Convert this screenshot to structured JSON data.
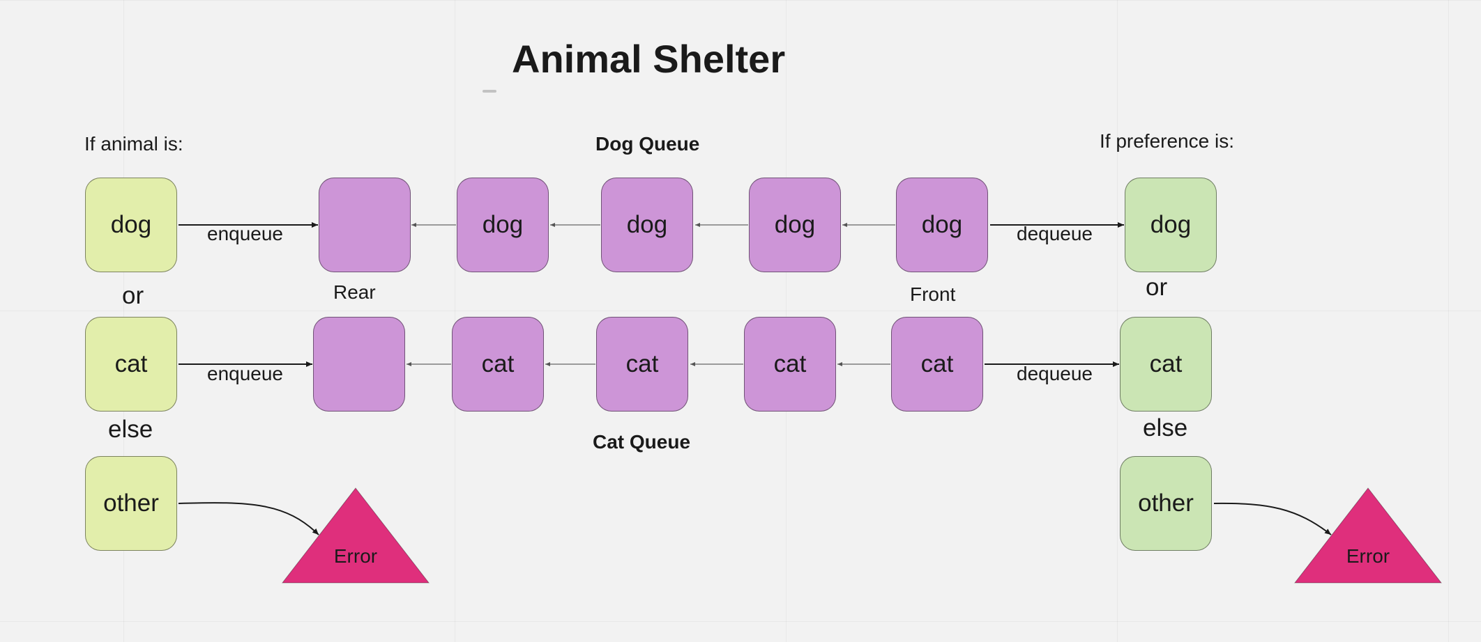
{
  "title": "Animal Shelter",
  "left_heading": "If animal is:",
  "right_heading": "If preference is:",
  "dog_queue_label": "Dog Queue",
  "cat_queue_label": "Cat Queue",
  "rear_label": "Rear",
  "front_label": "Front",
  "inputs": {
    "dog": "dog",
    "or": "or",
    "cat": "cat",
    "else": "else",
    "other": "other"
  },
  "outputs": {
    "dog": "dog",
    "or": "or",
    "cat": "cat",
    "else": "else",
    "other": "other"
  },
  "dog_queue": [
    "",
    "dog",
    "dog",
    "dog",
    "dog"
  ],
  "cat_queue": [
    "",
    "cat",
    "cat",
    "cat",
    "cat"
  ],
  "edges": {
    "enqueue": "enqueue",
    "dequeue": "dequeue"
  },
  "error_label": "Error",
  "colors": {
    "input_fill": "#e2eeab",
    "queue_fill": "#cd95d7",
    "output_fill": "#cbe5b4",
    "error_fill": "#df2f7c"
  }
}
